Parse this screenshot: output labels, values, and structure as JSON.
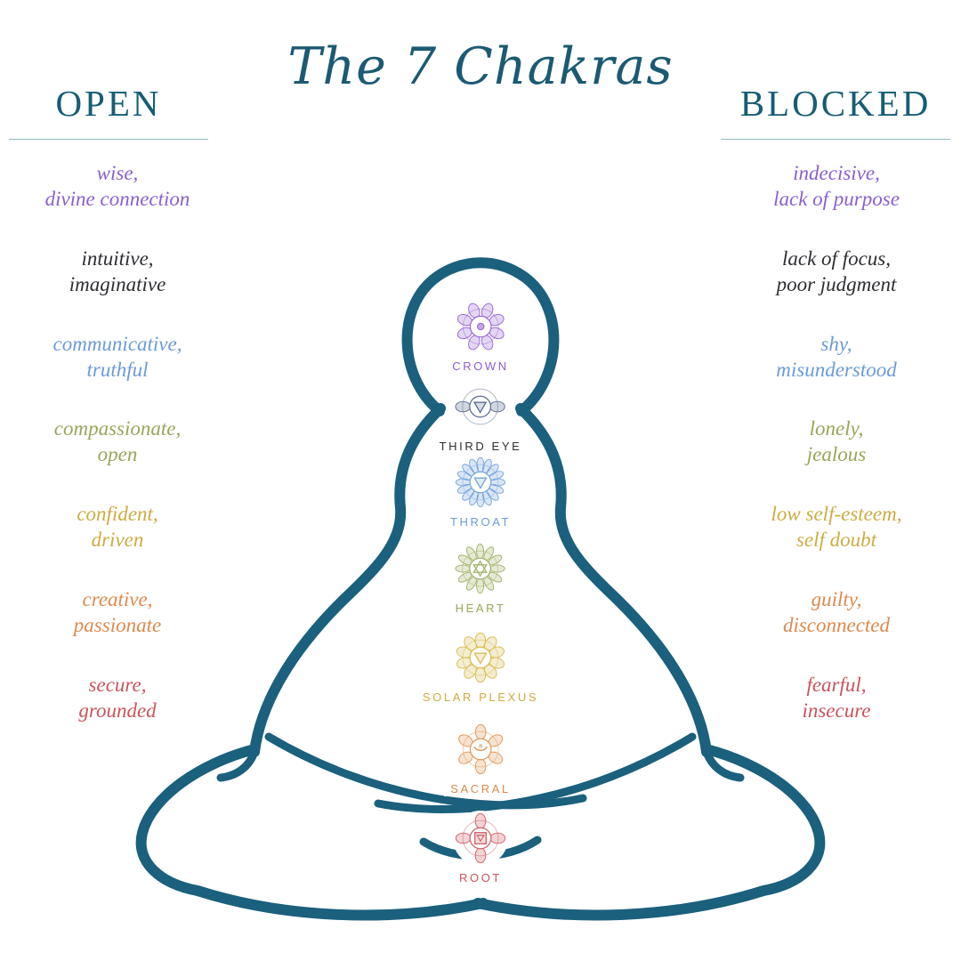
{
  "title": "The 7 Chakras",
  "headings": {
    "open": "OPEN",
    "blocked": "BLOCKED"
  },
  "theme": {
    "teal": "#175d74",
    "heading_underline": "#96b6c2",
    "figure_stroke": "#1b607c",
    "background": "#ffffff"
  },
  "chakras": [
    {
      "name": "Crown",
      "label": "CROWN",
      "icon": "crown-chakra-icon",
      "text_color": "#8a5fd0",
      "icon_color": "#9c6ad6",
      "petals": 8,
      "glyph": "dot",
      "open": [
        "wise,",
        "divine connection"
      ],
      "blocked": [
        "indecisive,",
        "lack of purpose"
      ]
    },
    {
      "name": "Third Eye",
      "label": "THIRD EYE",
      "icon": "third-eye-chakra-icon",
      "text_color": "#2e2e33",
      "icon_color": "#5b6e91",
      "petals": 2,
      "glyph": "tri-down",
      "open": [
        "intuitive,",
        "imaginative"
      ],
      "blocked": [
        "lack of focus,",
        "poor judgment"
      ]
    },
    {
      "name": "Throat",
      "label": "THROAT",
      "icon": "throat-chakra-icon",
      "text_color": "#6b9bd8",
      "icon_color": "#7aa7dc",
      "petals": 16,
      "glyph": "tri-down",
      "open": [
        "communicative,",
        "truthful"
      ],
      "blocked": [
        "shy,",
        "misunderstood"
      ]
    },
    {
      "name": "Heart",
      "label": "HEART",
      "icon": "heart-chakra-icon",
      "text_color": "#97a65a",
      "icon_color": "#a3b46b",
      "petals": 12,
      "glyph": "star",
      "open": [
        "compassionate,",
        "open"
      ],
      "blocked": [
        "lonely,",
        "jealous"
      ]
    },
    {
      "name": "Solar Plexus",
      "label": "SOLAR PLEXUS",
      "icon": "solar-plexus-chakra-icon",
      "text_color": "#ccac43",
      "icon_color": "#d9bd55",
      "petals": 10,
      "glyph": "tri-down",
      "open": [
        "confident,",
        "driven"
      ],
      "blocked": [
        "low self-esteem,",
        "self doubt"
      ]
    },
    {
      "name": "Sacral",
      "label": "SACRAL",
      "icon": "sacral-chakra-icon",
      "text_color": "#dd8a4e",
      "icon_color": "#e39a5c",
      "petals": 6,
      "glyph": "crescent",
      "open": [
        "creative,",
        "passionate"
      ],
      "blocked": [
        "guilty,",
        "disconnected"
      ]
    },
    {
      "name": "Root",
      "label": "ROOT",
      "icon": "root-chakra-icon",
      "text_color": "#c9545e",
      "icon_color": "#d2636b",
      "petals": 4,
      "glyph": "square",
      "open": [
        "secure,",
        "grounded"
      ],
      "blocked": [
        "fearful,",
        "insecure"
      ]
    }
  ]
}
